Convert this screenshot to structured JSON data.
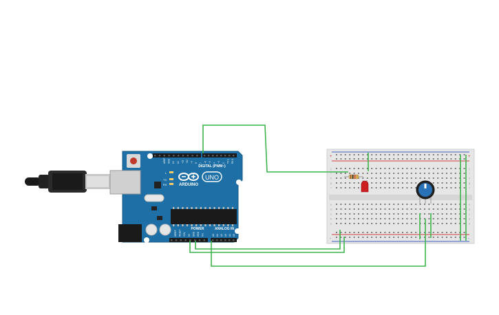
{
  "board": {
    "model": "UNO",
    "brand": "ARDUINO",
    "digital_label": "DIGITAL (PWM~)",
    "power_label": "POWER",
    "analog_label": "ANALOG IN",
    "tx_label": "TX",
    "rx_label": "RX",
    "l_label": "L",
    "digital_pins": [
      "AREF",
      "GND",
      "13",
      "12",
      "~11",
      "~10",
      "~9",
      "8",
      "7",
      "~6",
      "~5",
      "4",
      "~3",
      "2",
      "TX 1",
      "RX 0"
    ],
    "power_pins": [
      "IOREF",
      "RESET",
      "3.3V",
      "5V",
      "GND",
      "GND",
      "Vin"
    ],
    "analog_pins": [
      "A0",
      "A1",
      "A2",
      "A3",
      "A4",
      "A5"
    ]
  },
  "breadboard": {
    "column_count": 30,
    "row_labels_top": [
      "j",
      "i",
      "h",
      "g",
      "f"
    ],
    "row_labels_bottom": [
      "e",
      "d",
      "c",
      "b",
      "a"
    ],
    "rail_plus": "+",
    "rail_minus": "-"
  },
  "colors": {
    "wire": "#3cb44b",
    "board": "#1d6fa5",
    "breadboard": "#e6e6e6",
    "rail_red": "#d04040",
    "rail_blue": "#4060c0",
    "led": "#cc2020",
    "pot_knob": "#2a72b8"
  },
  "icons": [
    "usb-cable-icon",
    "arduino-logo-icon",
    "reset-button-icon",
    "led-icon",
    "resistor-icon",
    "potentiometer-icon"
  ]
}
